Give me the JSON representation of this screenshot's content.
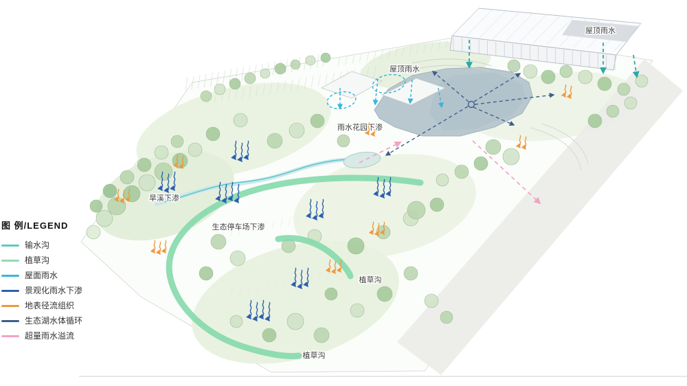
{
  "legend": {
    "title": "图 例/LEGEND",
    "items": [
      {
        "label": "输水沟",
        "color": "#5fc9c5"
      },
      {
        "label": "植草沟",
        "color": "#93d9b3"
      },
      {
        "label": "屋面雨水",
        "color": "#3ab5dc"
      },
      {
        "label": "景观化雨水下渗",
        "color": "#2d5fae"
      },
      {
        "label": "地表径流组织",
        "color": "#f0993d"
      },
      {
        "label": "生态湖水体循环",
        "color": "#3d5e8c"
      },
      {
        "label": "超量雨水溢流",
        "color": "#f2a3c6"
      }
    ]
  },
  "plan": {
    "labels": {
      "roof_rain_right": "屋顶雨水",
      "roof_rain_mid": "屋顶雨水",
      "rain_garden_infiltration": "雨水花园下渗",
      "dry_creek_infiltration": "旱溪下渗",
      "eco_parking_infiltration": "生态停车场下渗",
      "grass_swale_mid": "植草沟",
      "grass_swale_bottom": "植草沟"
    },
    "colors": {
      "conveyance": "#5fc9c5",
      "swale": "#85d9ac",
      "roof_rain": "#3ab5dc",
      "infiltration": "#2d5fae",
      "surface_runoff": "#f0993d",
      "lake_circulation": "#3d5e8c",
      "overflow": "#f2a3c6",
      "lake_fill": "#b9c8cf"
    }
  }
}
